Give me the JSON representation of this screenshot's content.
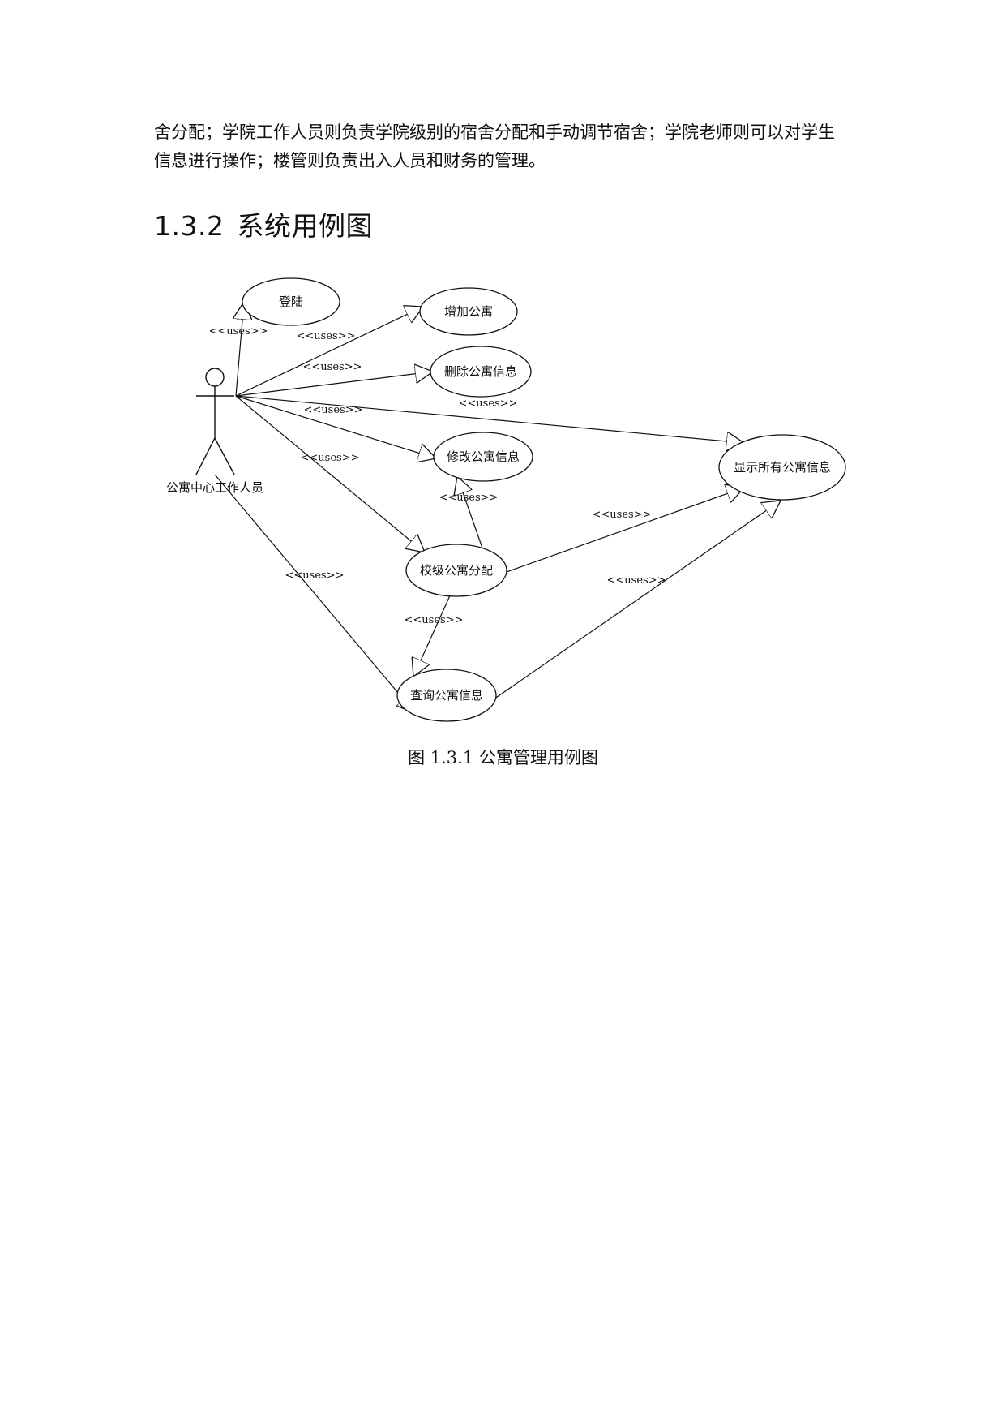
{
  "body_text": {
    "line1": "舍分配；学院工作人员则负责学院级别的宿舍分配和手动调节宿舍；学院老师则可以对学生",
    "line2": "信息进行操作；楼管则负责出入人员和财务的管理。"
  },
  "section": {
    "number": "1.3.2",
    "title": "系统用例图"
  },
  "diagram": {
    "actor": "公寓中心工作人员",
    "use_cases": {
      "login": "登陆",
      "add": "增加公寓",
      "delete": "删除公寓信息",
      "modify": "修改公寓信息",
      "show_all": "显示所有公寓信息",
      "allocate": "校级公寓分配",
      "query": "查询公寓信息"
    },
    "relation_label": "<<uses>>"
  },
  "caption": "图 1.3.1 公寓管理用例图"
}
